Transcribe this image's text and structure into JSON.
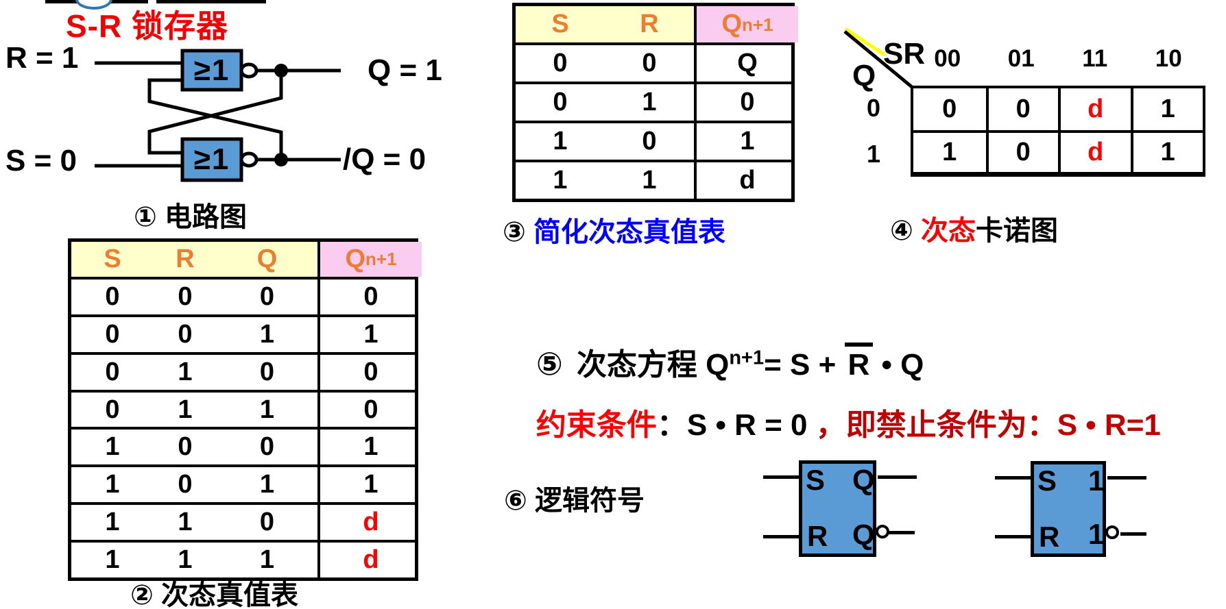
{
  "title": "S-R 锁存器",
  "circuit": {
    "input_top": "R = 1",
    "input_bottom": "S = 0",
    "output_top": "Q = 1",
    "output_bottom": "/Q = 0",
    "gate1_label": "≥1",
    "gate2_label": "≥1",
    "caption": "① 电路图"
  },
  "truth_table": {
    "headers": [
      "S",
      "R",
      "Q",
      "Q^n+1"
    ],
    "rows": [
      [
        "0",
        "0",
        "0",
        "0"
      ],
      [
        "0",
        "0",
        "1",
        "1"
      ],
      [
        "0",
        "1",
        "0",
        "0"
      ],
      [
        "0",
        "1",
        "1",
        "0"
      ],
      [
        "1",
        "0",
        "0",
        "1"
      ],
      [
        "1",
        "0",
        "1",
        "1"
      ],
      [
        "1",
        "1",
        "0",
        "d"
      ],
      [
        "1",
        "1",
        "1",
        "d"
      ]
    ],
    "caption": "② 次态真值表"
  },
  "simplified_table": {
    "headers": [
      "S",
      "R",
      "Q^n+1"
    ],
    "rows": [
      [
        "0",
        "0",
        "Q"
      ],
      [
        "0",
        "1",
        "0"
      ],
      [
        "1",
        "0",
        "1"
      ],
      [
        "1",
        "1",
        "d"
      ]
    ],
    "caption_num": "③ ",
    "caption": "简化次态真值表"
  },
  "kmap": {
    "corner_var_cols": "SR",
    "corner_var_row": "Q",
    "col_headers": [
      "00",
      "01",
      "11",
      "10"
    ],
    "row_headers": [
      "0",
      "1"
    ],
    "cells": [
      [
        "0",
        "0",
        "d",
        "1"
      ],
      [
        "1",
        "0",
        "d",
        "1"
      ]
    ],
    "caption_num": "④ ",
    "caption_red": "次态",
    "caption_rest": "卡诺图"
  },
  "equation": {
    "num": "⑤",
    "label": "次态方程 ",
    "lhs_base": "Q",
    "lhs_sup": "n+1",
    "rhs_before_bar": "= S + ",
    "barred_term": "R",
    "rhs_after_bar": " • Q"
  },
  "constraint": {
    "label_red": "约束条件",
    "middle_black": "：S • R = 0 ",
    "tail_darkred": "，即禁止条件为：S • R=1"
  },
  "logic_symbols": {
    "caption": "⑥ 逻辑符号",
    "latch1": {
      "top_left": "S",
      "top_right": "Q",
      "bottom_left": "R",
      "bottom_right": "Q"
    },
    "latch2": {
      "top_left": "S",
      "top_right": "1",
      "bottom_left": "R",
      "bottom_right": "1"
    }
  },
  "colors": {
    "title_red": "#F40000",
    "accent_red": "#FF0000",
    "dark_red": "#C00000",
    "caption_blue": "#0000FF",
    "header_orange": "#ED7D31",
    "header_yellow_bg": "#FFFFCC",
    "header_pink_bg": "#FACCF0",
    "gate_blue": "#5B9BD5",
    "logo_blue": "#2E75B6"
  }
}
